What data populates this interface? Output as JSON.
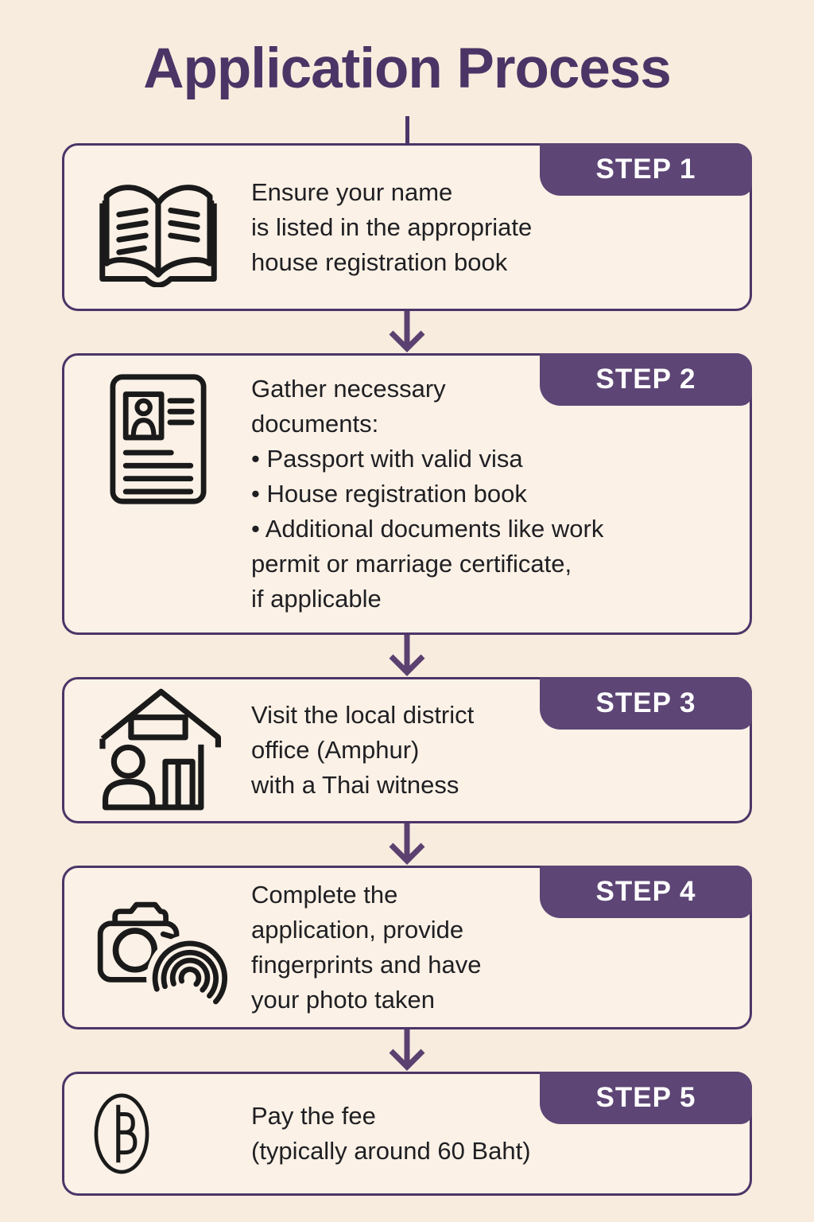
{
  "poster": {
    "title": "Application Process",
    "colors": {
      "background": "#f8ecde",
      "card_background": "#fbf1e6",
      "outline_purple": "#4c3568",
      "badge_purple": "#5d4575",
      "arrow_purple": "#5a4170",
      "title_purple": "#4a3566",
      "text_dark": "#1f1f23",
      "icon_dark": "#1a1a1a",
      "badge_text": "#ffffff"
    }
  },
  "steps": [
    {
      "badge": "STEP 1",
      "icon": "open-book-icon",
      "lines": [
        "Ensure your name",
        "is listed in the appropriate",
        "house registration book"
      ]
    },
    {
      "badge": "STEP 2",
      "icon": "id-document-icon",
      "lines": [
        "Gather necessary",
        "documents:",
        "• Passport with valid visa",
        "• House registration book",
        "• Additional documents like work",
        "permit or marriage certificate,",
        "if applicable"
      ]
    },
    {
      "badge": "STEP 3",
      "icon": "district-office-icon",
      "lines": [
        "Visit the local district",
        "office (Amphur)",
        "with a Thai witness"
      ]
    },
    {
      "badge": "STEP 4",
      "icon": "camera-fingerprint-icon",
      "lines": [
        "Complete the",
        "application, provide",
        "fingerprints and have",
        "your photo taken"
      ]
    },
    {
      "badge": "STEP 5",
      "icon": "baht-coin-icon",
      "lines": [
        "Pay the fee",
        "(typically around 60 Baht)"
      ]
    }
  ]
}
